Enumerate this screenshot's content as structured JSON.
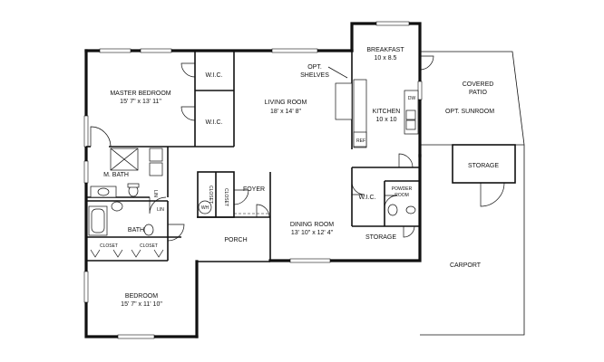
{
  "plan": {
    "rooms": {
      "breakfast": {
        "name": "BREAKFAST",
        "dims": "10 x 8.5"
      },
      "opt_shelves": {
        "line1": "OPT.",
        "line2": "SHELVES"
      },
      "covered_patio": {
        "line1": "COVERED",
        "line2": "PATIO",
        "line3": "OPT. SUNROOM"
      },
      "master_bedroom": {
        "name": "MASTER BEDROOM",
        "dims": "15' 7\" x 13' 11\""
      },
      "wic_top": {
        "name": "W.I.C."
      },
      "wic_mid": {
        "name": "W.I.C."
      },
      "living_room": {
        "name": "LIVING ROOM",
        "dims": "18' x 14' 8\""
      },
      "kitchen": {
        "name": "KITCHEN",
        "dims": "10 x 10"
      },
      "dw": {
        "name": "DW"
      },
      "ref": {
        "name": "REF"
      },
      "storage_right": {
        "name": "STORAGE"
      },
      "m_bath": {
        "name": "M. BATH"
      },
      "foyer": {
        "name": "FOYER"
      },
      "closet_v1": {
        "name": "CLOSET"
      },
      "closet_v2": {
        "name": "CLOSET"
      },
      "wh": {
        "name": "WH"
      },
      "lin1": {
        "name": "LIN"
      },
      "lin2": {
        "name": "LIN"
      },
      "wic_small": {
        "name": "W.I.C."
      },
      "powder_room": {
        "line1": "POWDER",
        "line2": "ROOM"
      },
      "bath": {
        "name": "BATH"
      },
      "dining_room": {
        "name": "DINING ROOM",
        "dims": "13' 10\" x 12' 4\""
      },
      "storage_mid": {
        "name": "STORAGE"
      },
      "closet_a": {
        "name": "CLOSET"
      },
      "closet_b": {
        "name": "CLOSET"
      },
      "porch": {
        "name": "PORCH"
      },
      "carport": {
        "name": "CARPORT"
      },
      "bedroom": {
        "name": "BEDROOM",
        "dims": "15' 7\" x 11' 10\""
      }
    }
  }
}
